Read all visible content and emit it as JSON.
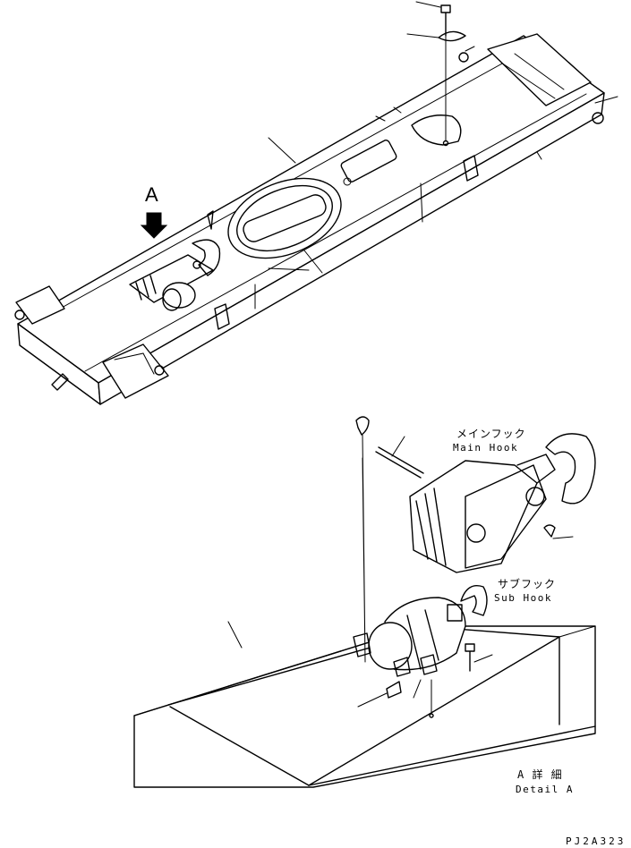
{
  "view_marker": "A",
  "labels": {
    "main_hook_jp": "メインフック",
    "main_hook_en": "Main Hook",
    "sub_hook_jp": "サブフック",
    "sub_hook_en": "Sub Hook",
    "detail_jp": "A 詳 細",
    "detail_en": "Detail A",
    "drawing_code": "PJ2A323"
  }
}
